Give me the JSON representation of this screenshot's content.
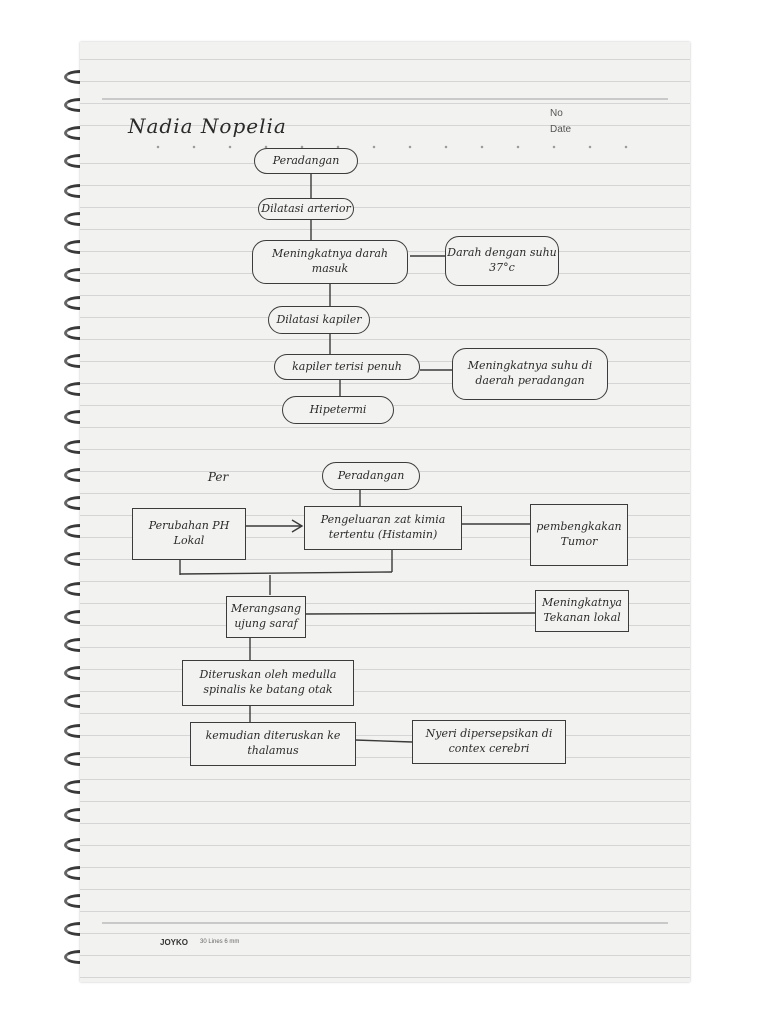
{
  "page": {
    "author": "Nadia Nopelia",
    "no_label": "No",
    "date_label": "Date",
    "brand": "JOYKO",
    "brand_sub": "30 Lines 6 mm"
  },
  "diagram1": {
    "nodes": {
      "peradangan": "Peradangan",
      "dilatasi_arterior": "Dilatasi arterior",
      "meningkatnya_darah": "Meningkatnya darah masuk",
      "darah_dengan_suhu": "Darah dengan suhu 37°c",
      "dilatasi_kapiler": "Dilatasi kapiler",
      "kapiler_terisi": "kapiler terisi penuh",
      "meningkatnya_suhu": "Meningkatnya suhu di daerah peradangan",
      "hipetermi": "Hipetermi"
    }
  },
  "diagram2": {
    "label": "Per",
    "nodes": {
      "peradangan": "Peradangan",
      "perubahan_ph": "Perubahan PH Lokal",
      "pengeluaran_zat": "Pengeluaran zat kimia tertentu (Histamin)",
      "pembengkakan": "pembengkakan Tumor",
      "merangsang": "Merangsang ujung saraf",
      "meningkatnya_tekanan": "Meningkatnya Tekanan lokal",
      "diteruskan_medulla": "Diteruskan oleh medulla spinalis ke batang otak",
      "kemudian_thalamus": "kemudian diteruskan ke thalamus",
      "nyeri": "Nyeri dipersepsikan di contex cerebri"
    }
  }
}
